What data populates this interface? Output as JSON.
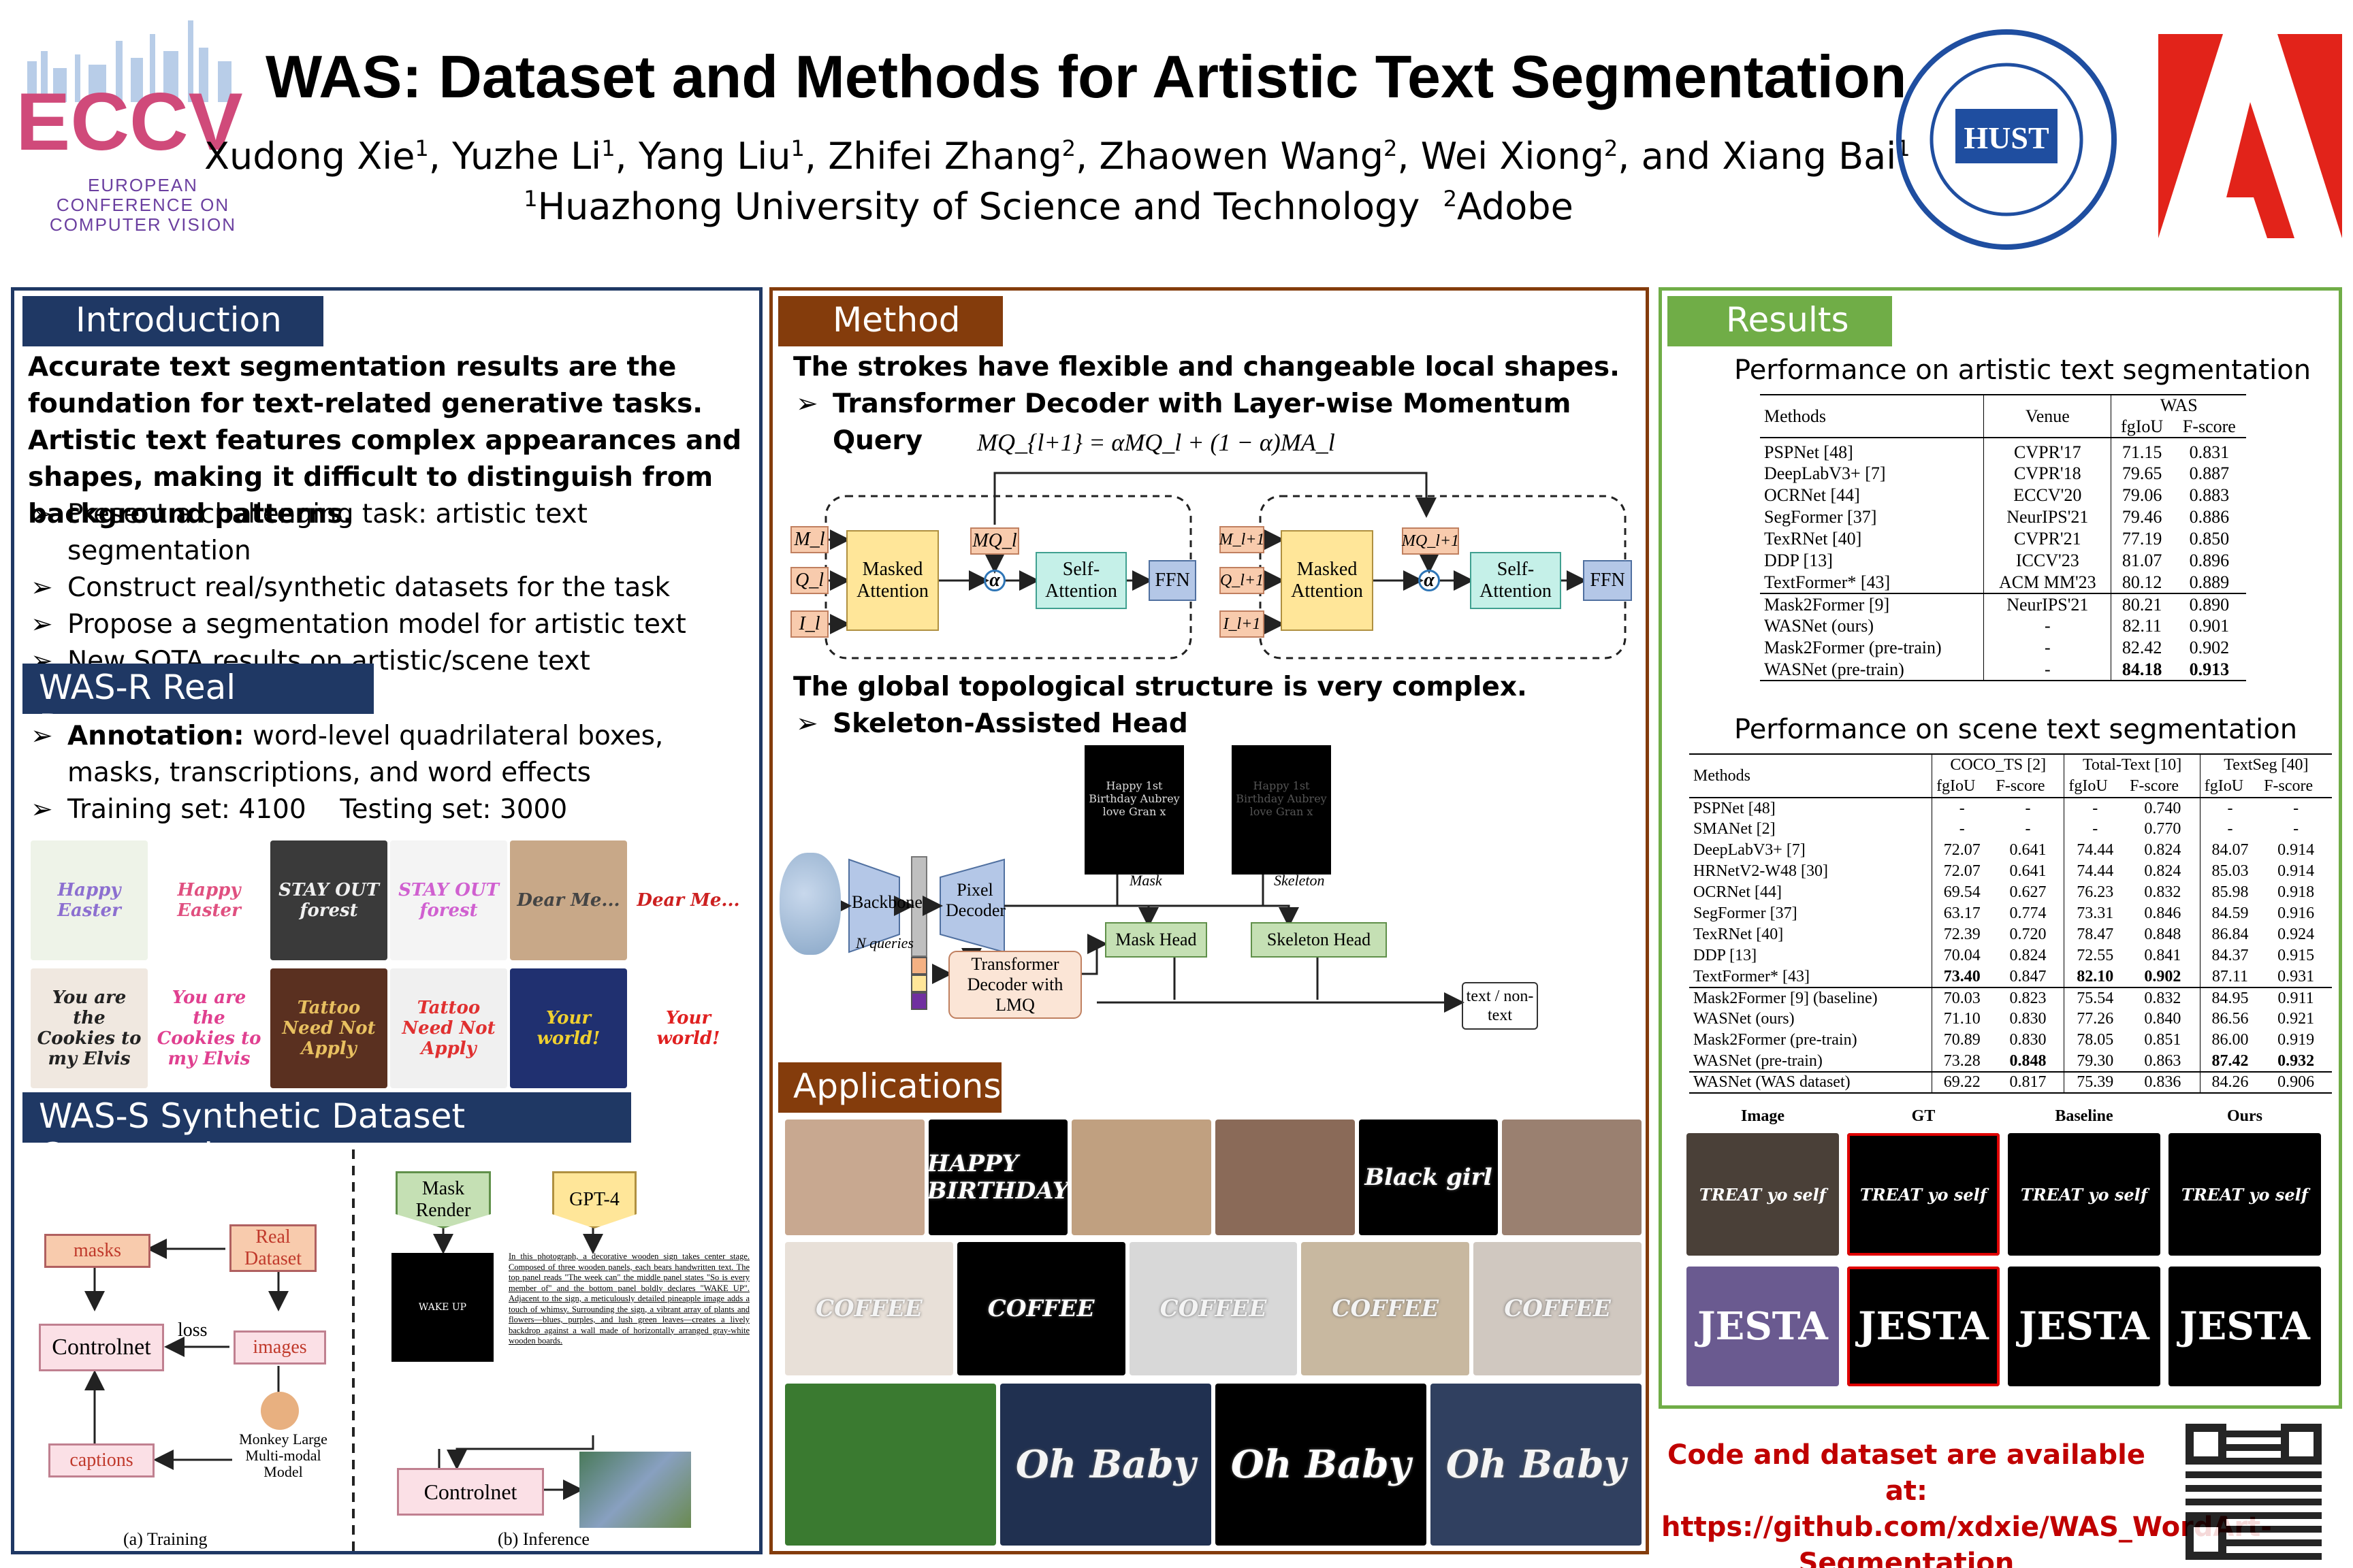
{
  "header": {
    "title": "WAS: Dataset and Methods for Artistic Text Segmentation",
    "authors": [
      {
        "name": "Xudong Xie",
        "aff": "1"
      },
      {
        "name": "Yuzhe Li",
        "aff": "1"
      },
      {
        "name": "Yang Liu",
        "aff": "1"
      },
      {
        "name": "Zhifei Zhang",
        "aff": "2"
      },
      {
        "name": "Zhaowen Wang",
        "aff": "2"
      },
      {
        "name": "Wei Xiong",
        "aff": "2"
      },
      {
        "name": "Xiang Bai",
        "aff": "1"
      }
    ],
    "and": "and",
    "aff1": "Huazhong University of Science and Technology",
    "aff2": "Adobe",
    "aff1_num": "1",
    "aff2_num": "2",
    "eccv_logo": "ECCV",
    "eccv_sub": "EUROPEAN CONFERENCE ON COMPUTER VISION",
    "hust_logo": "HUST"
  },
  "intro": {
    "heading": "Introduction",
    "paragraph": "Accurate text segmentation results are the foundation for text-related generative tasks. Artistic text features complex appearances and shapes, making it difficult to distinguish from background patterns.",
    "bullets": [
      "Present a challenging task: artistic text segmentation",
      "Construct real/synthetic datasets for the task",
      "Propose a segmentation  model for artistic text",
      "New SOTA results on artistic/scene text segmentation"
    ]
  },
  "wasr": {
    "heading": "WAS-R Real Dataset",
    "annotation_label": "Annotation:",
    "annotation_text": "word-level quadrilateral boxes, masks, transcriptions, and word effects",
    "split": "Training set: 4100    Testing set: 3000",
    "samples": [
      {
        "text": "Happy Easter",
        "bg": "#eef3e8",
        "fg": "#8c6fd0"
      },
      {
        "text": "Happy Easter",
        "bg": "#ffffff",
        "fg": "#e05080"
      },
      {
        "text": "STAY OUT forest",
        "bg": "#3a3a3a",
        "fg": "#f0f0f0"
      },
      {
        "text": "STAY OUT forest",
        "bg": "#f4f4f4",
        "fg": "#d060d0"
      },
      {
        "text": "Dear Me...",
        "bg": "#c8a888",
        "fg": "#444"
      },
      {
        "text": "Dear Me...",
        "bg": "#ffffff",
        "fg": "#cc2020"
      },
      {
        "text": "You are the Cookies to my Elvis",
        "bg": "#f0e8e0",
        "fg": "#222"
      },
      {
        "text": "You are the Cookies to my Elvis",
        "bg": "#ffffff",
        "fg": "#e04090"
      },
      {
        "text": "Tattoo Need Not Apply",
        "bg": "#5a3020",
        "fg": "#e8c060"
      },
      {
        "text": "Tattoo Need Not Apply",
        "bg": "#f0f0f0",
        "fg": "#e03030"
      },
      {
        "text": "Your world!",
        "bg": "#203070",
        "fg": "#f0d030"
      },
      {
        "text": "Your world!",
        "bg": "#ffffff",
        "fg": "#e02020"
      }
    ]
  },
  "wass": {
    "heading": "WAS-S Synthetic Dataset Construction",
    "masks": "masks",
    "real": "Real Dataset",
    "controlnet": "Controlnet",
    "loss": "loss",
    "images": "images",
    "captions": "captions",
    "monkey": "Monkey Large Multi-modal Model",
    "mask_render": "Mask Render",
    "gpt4": "GPT-4",
    "controlnet2": "Controlnet",
    "caption_text": "In this photograph, a decorative wooden sign takes center stage. Composed of three wooden panels, each bears handwritten text. The top panel reads \"The week can\" the middle panel states \"So is every member of\" and the bottom panel boldly declares \"WAKE UP\". Adjacent to the sign, a meticulously detailed pineapple image adds a touch of whimsy. Surrounding the sign, a vibrant array of plants and flowers—blues, purples, and lush green leaves—creates a lively backdrop against a wall made of horizontally arranged gray-white wooden boards.",
    "training": "(a) Training",
    "inference": "(b) Inference",
    "mask_text": "WAKE UP"
  },
  "method": {
    "heading": "Method",
    "line1": "The strokes have flexible and changeable local shapes.",
    "bullet1": "Transformer Decoder with Layer-wise Momentum Query",
    "formula": "MQ_{l+1} = αMQ_l + (1 − α)MA_l",
    "ml": "M_l",
    "ql": "Q_l",
    "il": "I_l",
    "mql": "MQ_l",
    "masked_attention": "Masked Attention",
    "self_attention": "Self-Attention",
    "ffn": "FFN",
    "alpha": "α",
    "ml1": "M_l+1",
    "ql1": "Q_l+1",
    "il1": "I_l+1",
    "mql1": "MQ_l+1",
    "line2": "The global topological structure is very complex.",
    "bullet2": "Skeleton-Assisted Head",
    "backbone": "Backbone",
    "pixel_decoder": "Pixel Decoder",
    "n_queries": "N queries",
    "tdl": "Transformer Decoder with LMQ",
    "mask_head": "Mask Head",
    "skeleton_head": "Skeleton Head",
    "mask_label": "Mask",
    "skeleton_label": "Skeleton",
    "text_nontext": "text / non-text",
    "demo_text": "Happy 1st Birthday Aubrey love Gran x"
  },
  "applications": {
    "heading": "Applications",
    "tiles": [
      {
        "label": "",
        "bg": "#c8a890"
      },
      {
        "label": "HAPPY BIRTHDAY",
        "bg": "#000000"
      },
      {
        "label": "",
        "bg": "#c0a080"
      },
      {
        "label": "",
        "bg": "#8a6a58"
      },
      {
        "label": "Black girl",
        "bg": "#000000"
      },
      {
        "label": "",
        "bg": "#9a8070"
      },
      {
        "label": "COFFEE",
        "bg": "#e8e0d8"
      },
      {
        "label": "COFFEE",
        "bg": "#000000"
      },
      {
        "label": "COFFEE",
        "bg": "#d8d8d8"
      },
      {
        "label": "COFFEE",
        "bg": "#c8b8a0"
      },
      {
        "label": "COFFEE",
        "bg": "#d0c8c0"
      },
      {
        "label": "",
        "bg": "#3a7a30"
      },
      {
        "label": "Oh Baby",
        "bg": "#203050"
      },
      {
        "label": "Oh Baby",
        "bg": "#000000"
      },
      {
        "label": "Oh Baby",
        "bg": "#304060"
      }
    ]
  },
  "results": {
    "heading": "Results",
    "t1_title": "Performance on artistic text segmentation",
    "t1_head": {
      "methods": "Methods",
      "venue": "Venue",
      "was": "WAS",
      "fgiou": "fgIoU",
      "fscore": "F-score"
    },
    "t1_rows": [
      [
        "PSPNet [48]",
        "CVPR'17",
        "71.15",
        "0.831"
      ],
      [
        "DeepLabV3+ [7]",
        "CVPR'18",
        "79.65",
        "0.887"
      ],
      [
        "OCRNet [44]",
        "ECCV'20",
        "79.06",
        "0.883"
      ],
      [
        "SegFormer [37]",
        "NeurIPS'21",
        "79.46",
        "0.886"
      ],
      [
        "TexRNet [40]",
        "CVPR'21",
        "77.19",
        "0.850"
      ],
      [
        "DDP [13]",
        "ICCV'23",
        "81.07",
        "0.896"
      ],
      [
        "TextFormer* [43]",
        "ACM MM'23",
        "80.12",
        "0.889"
      ],
      [
        "Mask2Former [9]",
        "NeurIPS'21",
        "80.21",
        "0.890"
      ],
      [
        "WASNet (ours)",
        "-",
        "82.11",
        "0.901"
      ],
      [
        "Mask2Former (pre-train)",
        "-",
        "82.42",
        "0.902"
      ],
      [
        "WASNet (pre-train)",
        "-",
        "84.18",
        "0.913"
      ]
    ],
    "t2_title": "Performance on scene text segmentation",
    "t2_head": {
      "methods": "Methods",
      "coco": "COCO_TS [2]",
      "total": "Total-Text [10]",
      "textseg": "TextSeg [40]",
      "fgiou": "fgIoU",
      "fscore": "F-score"
    },
    "t2_rows": [
      [
        "PSPNet [48]",
        "-",
        "-",
        "-",
        "0.740",
        "-",
        "-"
      ],
      [
        "SMANet [2]",
        "-",
        "-",
        "-",
        "0.770",
        "-",
        "-"
      ],
      [
        "DeepLabV3+ [7]",
        "72.07",
        "0.641",
        "74.44",
        "0.824",
        "84.07",
        "0.914"
      ],
      [
        "HRNetV2-W48 [30]",
        "72.07",
        "0.641",
        "74.44",
        "0.824",
        "85.03",
        "0.914"
      ],
      [
        "OCRNet [44]",
        "69.54",
        "0.627",
        "76.23",
        "0.832",
        "85.98",
        "0.918"
      ],
      [
        "SegFormer [37]",
        "63.17",
        "0.774",
        "73.31",
        "0.846",
        "84.59",
        "0.916"
      ],
      [
        "TexRNet [40]",
        "72.39",
        "0.720",
        "78.47",
        "0.848",
        "86.84",
        "0.924"
      ],
      [
        "DDP [13]",
        "70.04",
        "0.824",
        "72.55",
        "0.841",
        "84.37",
        "0.915"
      ],
      [
        "TextFormer* [43]",
        "73.40",
        "0.847",
        "82.10",
        "0.902",
        "87.11",
        "0.931"
      ],
      [
        "Mask2Former [9] (baseline)",
        "70.03",
        "0.823",
        "75.54",
        "0.832",
        "84.95",
        "0.911"
      ],
      [
        "WASNet (ours)",
        "71.10",
        "0.830",
        "77.26",
        "0.840",
        "86.56",
        "0.921"
      ],
      [
        "Mask2Former (pre-train)",
        "70.89",
        "0.830",
        "78.05",
        "0.851",
        "86.00",
        "0.919"
      ],
      [
        "WASNet (pre-train)",
        "73.28",
        "0.848",
        "79.30",
        "0.863",
        "87.42",
        "0.932"
      ],
      [
        "WASNet (WAS dataset)",
        "69.22",
        "0.817",
        "75.39",
        "0.836",
        "84.26",
        "0.906"
      ]
    ],
    "cmp_head": [
      "Image",
      "GT",
      "Baseline",
      "Ours"
    ],
    "cmp_text1": "TREAT yo self",
    "cmp_text2": "JESTA"
  },
  "code": {
    "line": "Code and dataset are available at: https://github.com/xdxie/WAS_WordArt-Segmentation"
  },
  "colors": {
    "left": "#1f3864",
    "mid": "#843c0c",
    "right": "#70ad47",
    "code": "#c00000",
    "accent_orange": "#f4b183",
    "accent_green": "#c5e0b4",
    "accent_blue": "#b4c7e7"
  }
}
